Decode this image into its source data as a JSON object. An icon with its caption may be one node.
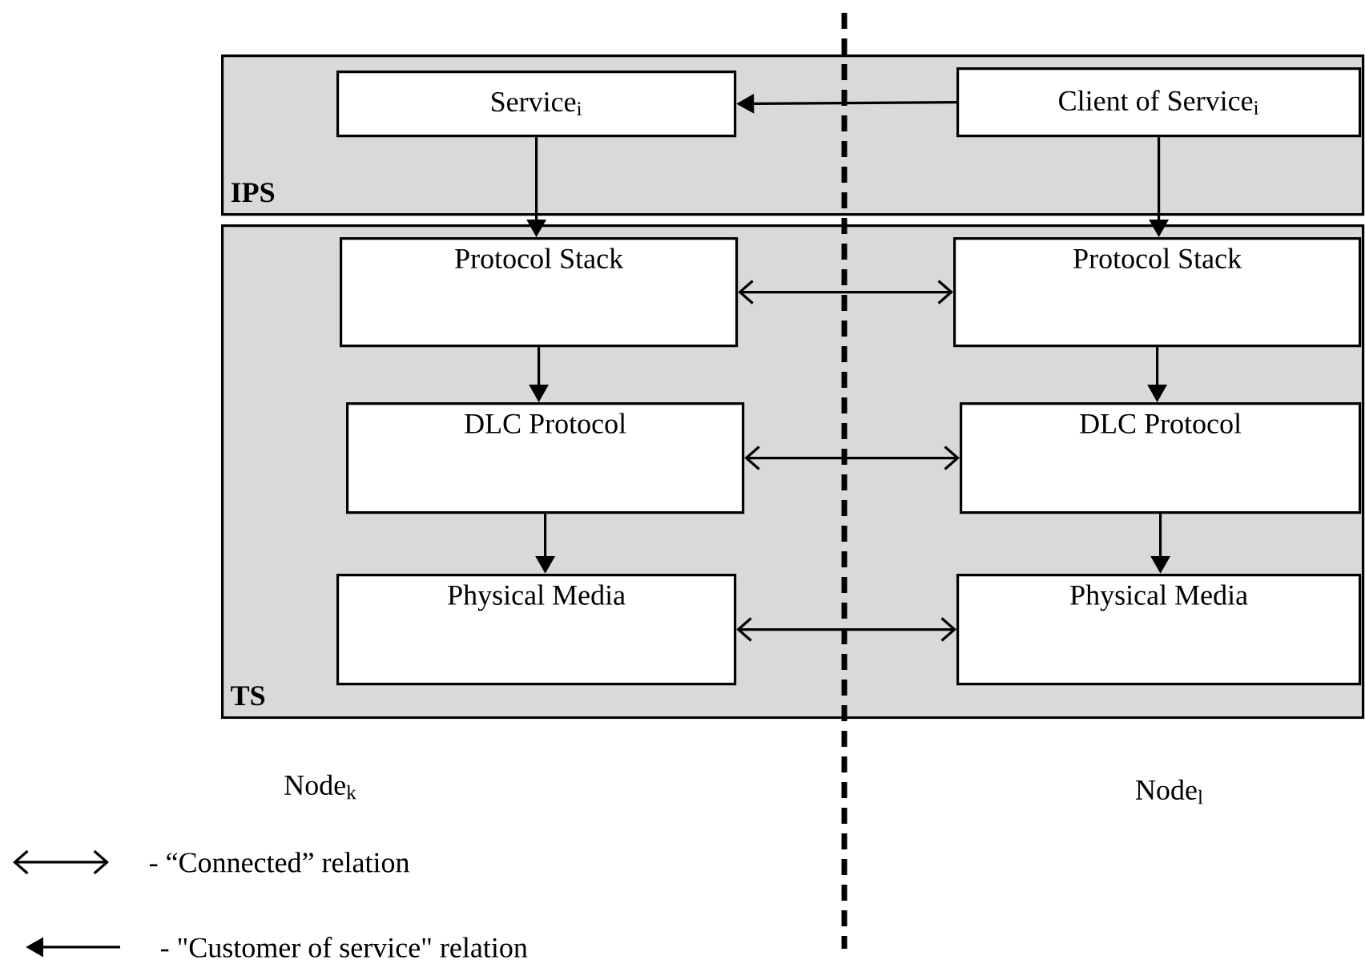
{
  "diagram": {
    "nodes": [
      {
        "text": [
          "IPS"
        ]
      },
      {
        "text": [
          "Service$_{i}$"
        ],
        "in": 0
      },
      {
        "text": [
          "Client of Service$_{i}$"
        ],
        "in": 0
      },
      {
        "text": [
          "TS"
        ]
      },
      {
        "text": [
          "Protocol Stack"
        ],
        "in": 3
      },
      {
        "text": [
          "Protocol Stack"
        ],
        "in": 3
      },
      {
        "text": [
          "DLC Protocol"
        ],
        "in": 3
      },
      {
        "text": [
          "DLC Protocol"
        ],
        "in": 3
      },
      {
        "text": [
          "Physical Media"
        ],
        "in": 3
      },
      {
        "text": [
          "Physical Media"
        ],
        "in": 3
      }
    ],
    "edges": [
      {
        "from": 2,
        "to": 1,
        "arrow": "to"
      },
      {
        "from": 1,
        "to": 4,
        "arrow": "to"
      },
      {
        "from": 2,
        "to": 5,
        "arrow": "to"
      },
      {
        "from": 4,
        "to": 5,
        "arrow": "both"
      },
      {
        "from": 4,
        "to": 6,
        "arrow": "to"
      },
      {
        "from": 5,
        "to": 7,
        "arrow": "to"
      },
      {
        "from": 6,
        "to": 7,
        "arrow": "both"
      },
      {
        "from": 6,
        "to": 8,
        "arrow": "to"
      },
      {
        "from": 7,
        "to": 9,
        "arrow": "to"
      },
      {
        "from": 8,
        "to": 9,
        "arrow": "both"
      }
    ],
    "labels": [
      "Node$_{k}$",
      "Node$_{l}$"
    ],
    "legend": [
      {
        "text": "- “Connected” relation"
      },
      {
        "text": "- \"Customer of service\" relation"
      }
    ]
  }
}
